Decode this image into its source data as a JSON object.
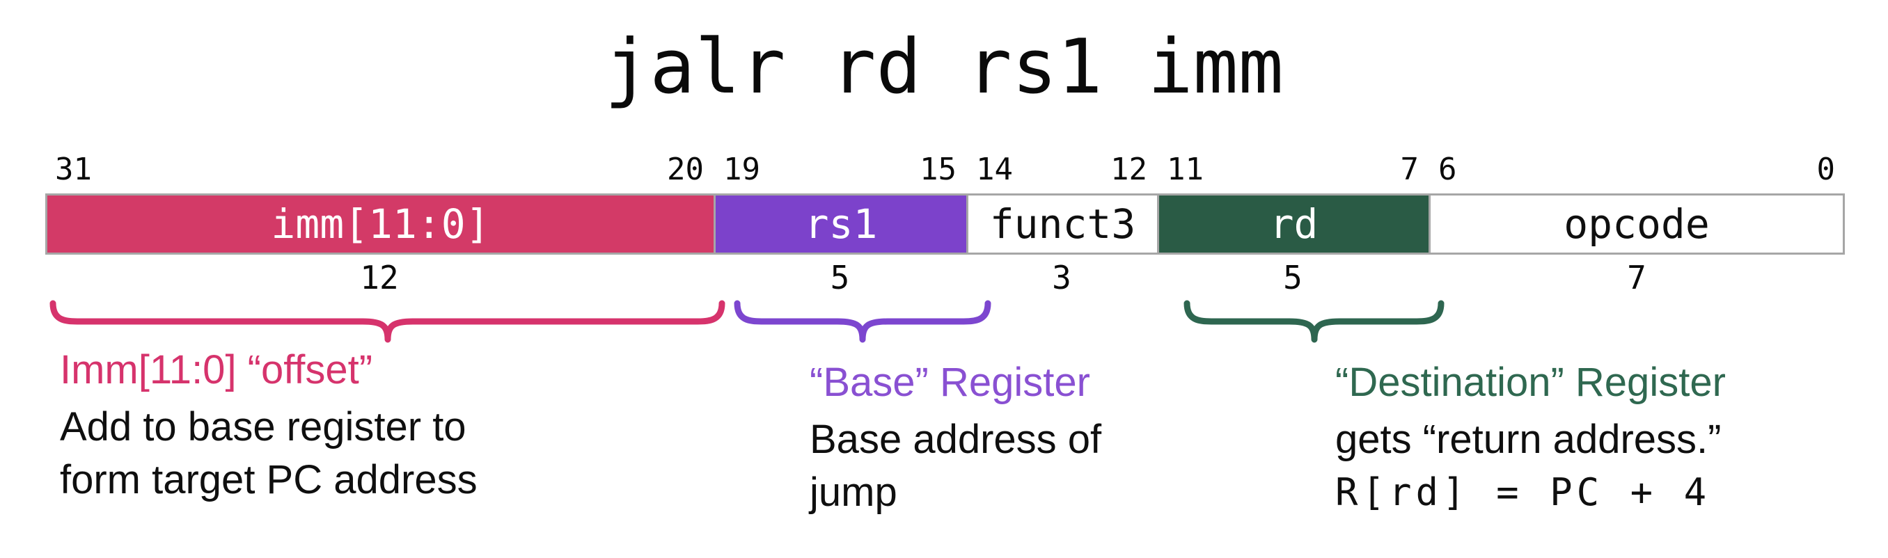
{
  "title": "jalr rd rs1 imm",
  "colors": {
    "border": "#a6a6a6",
    "pink": "#d33a67",
    "purple": "#7c42cb",
    "green": "#2a5b45",
    "black": "#0f0f0f",
    "white": "#ffffff"
  },
  "instruction_fields": [
    {
      "name": "imm",
      "label": "imm[11:0]",
      "hi": "31",
      "lo": "20",
      "width_label": "12",
      "fill": "#d33a67",
      "text": "#ffffff"
    },
    {
      "name": "rs1",
      "label": "rs1",
      "hi": "19",
      "lo": "15",
      "width_label": "5",
      "fill": "#7c42cb",
      "text": "#ffffff"
    },
    {
      "name": "funct3",
      "label": "funct3",
      "hi": "14",
      "lo": "12",
      "width_label": "3",
      "fill": "#ffffff",
      "text": "#0f0f0f"
    },
    {
      "name": "rd",
      "label": "rd",
      "hi": "11",
      "lo": "7",
      "width_label": "5",
      "fill": "#2a5b45",
      "text": "#ffffff"
    },
    {
      "name": "opcode",
      "label": "opcode",
      "hi": "6",
      "lo": "0",
      "width_label": "7",
      "fill": "#ffffff",
      "text": "#0f0f0f"
    }
  ],
  "braces": [
    {
      "for": "imm",
      "color": "#d6336c"
    },
    {
      "for": "rs1",
      "color": "#7c46cf"
    },
    {
      "for": "rd",
      "color": "#2e6650"
    }
  ],
  "annotations": [
    {
      "heading": "Imm[11:0] “offset”",
      "heading_color": "#d6336c",
      "lines": [
        "Add to base register to",
        "form target PC address"
      ],
      "mono_line": ""
    },
    {
      "heading": "“Base” Register",
      "heading_color": "#8950d2",
      "lines": [
        "Base address of",
        "jump"
      ],
      "mono_line": ""
    },
    {
      "heading": "“Destination” Register",
      "heading_color": "#2f6850",
      "lines": [
        "gets “return address.”"
      ],
      "mono_line": "R[rd] = PC + 4"
    }
  ]
}
